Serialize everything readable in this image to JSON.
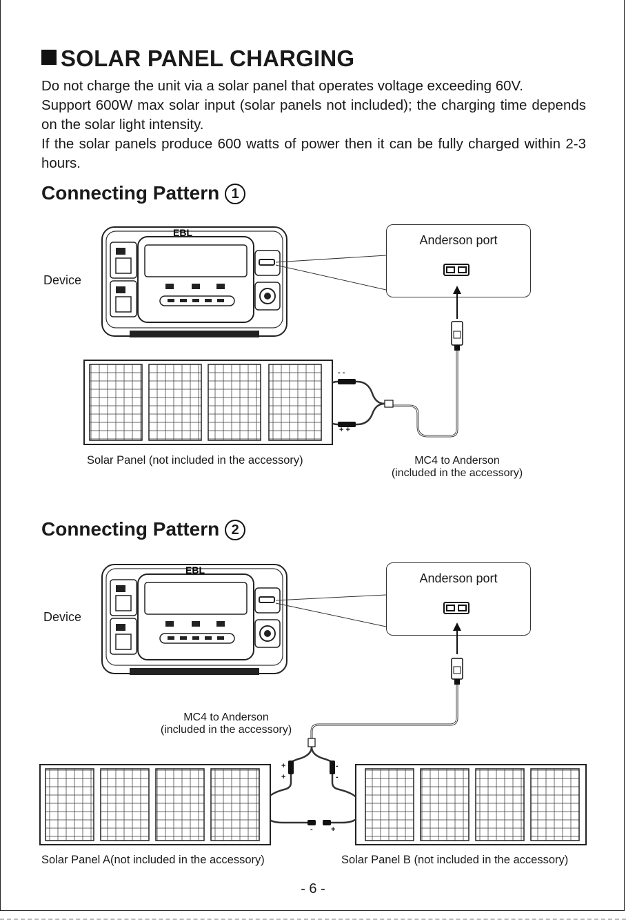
{
  "title": "SOLAR PANEL CHARGING",
  "intro": {
    "line1": "Do not charge the unit via a solar panel that operates voltage exceeding 60V.",
    "line2": "Support 600W max solar input (solar panels not included); the charging time depends on the solar light intensity.",
    "line3": "If the solar panels produce 600 watts of power then it can be fully charged within 2-3 hours."
  },
  "pattern1": {
    "heading": "Connecting Pattern",
    "number": "1",
    "device_label": "Device",
    "brand": "EBL",
    "port_title": "Anderson port",
    "panel_caption": "Solar Panel (not included in the accessory)",
    "cable_caption_1": "MC4 to Anderson",
    "cable_caption_2": "(included in the accessory)",
    "minus_signs": "- -",
    "plus_signs": "+ +"
  },
  "pattern2": {
    "heading": "Connecting Pattern",
    "number": "2",
    "device_label": "Device",
    "brand": "EBL",
    "port_title": "Anderson port",
    "cable_caption_1": "MC4 to Anderson",
    "cable_caption_2": "(included in the accessory)",
    "panel_a_caption": "Solar Panel A(not included in the accessory)",
    "panel_b_caption": "Solar Panel B (not included in the accessory)",
    "plus": "+",
    "minus": "-"
  },
  "page_number": "- 6 -"
}
